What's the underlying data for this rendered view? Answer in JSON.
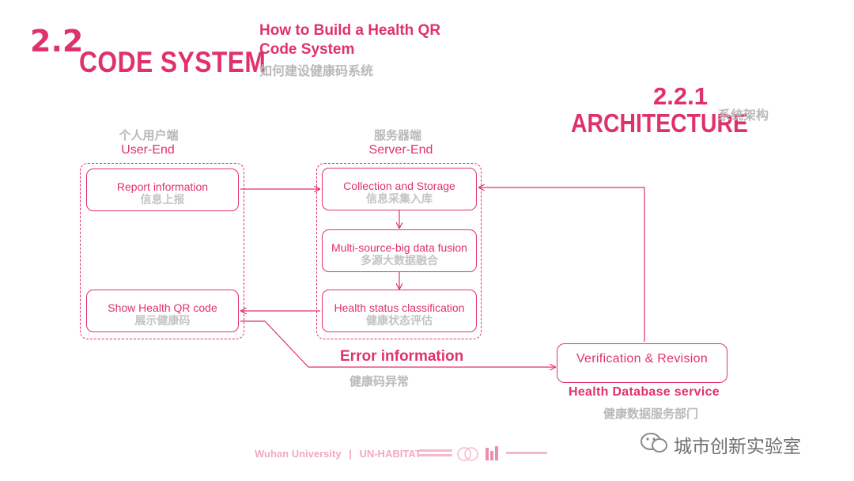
{
  "header": {
    "section_number": "2.2",
    "section_title": "CODE SYSTEM",
    "subtitle_en_line1": "How to Build a Health QR",
    "subtitle_en_line2": "Code System",
    "subtitle_cn": "如何建设健康码系统",
    "subsection_number": "2.2.1",
    "subsection_title": "ARCHITECTURE",
    "subsection_cn": "系统架构"
  },
  "columns": {
    "user": {
      "cn": "个人用户端",
      "en": "User-End"
    },
    "server": {
      "cn": "服务器端",
      "en": "Server-End"
    }
  },
  "nodes": {
    "report": {
      "en": "Report information",
      "cn": "信息上报"
    },
    "show_qr": {
      "en": "Show Health QR code",
      "cn": "展示健康码"
    },
    "collect": {
      "en": "Collection and Storage",
      "cn": "信息采集入库"
    },
    "fusion": {
      "en": "Multi-source-big data fusion",
      "cn": "多源大数据融合"
    },
    "classify": {
      "en": "Health status classification",
      "cn": "健康状态评估"
    },
    "verify": {
      "en": "Verification & Revision"
    }
  },
  "labels": {
    "error_en": "Error information",
    "error_cn": "健康码异常",
    "db_en": "Health Database service",
    "db_cn": "健康数据服务部门"
  },
  "footer": {
    "university": "Wuhan University",
    "separator": "|",
    "partner": "UN-HABITAT",
    "watermark": "城市创新实验室"
  },
  "colors": {
    "accent": "#e0316f",
    "muted": "#b9b9b9"
  }
}
